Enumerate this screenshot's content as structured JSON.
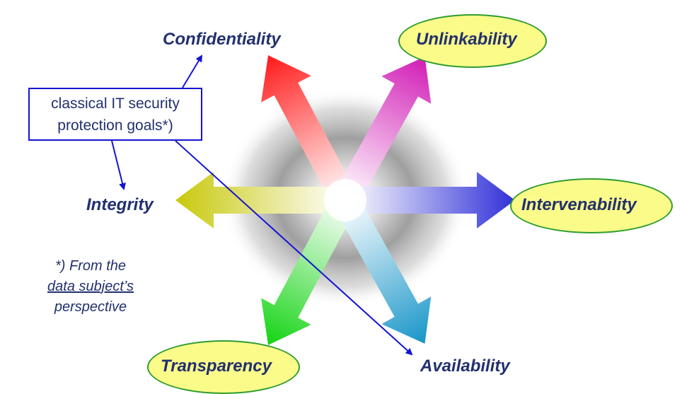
{
  "goals": {
    "confidentiality": "Confidentiality",
    "unlinkability": "Unlinkability",
    "integrity": "Integrity",
    "intervenability": "Intervenability",
    "transparency": "Transparency",
    "availability": "Availability"
  },
  "note_box": {
    "line1": "classical IT security",
    "line2": "protection goals*)"
  },
  "footnote": {
    "line1": "*) From the",
    "line2": "data subject’s",
    "line3": "perspective"
  },
  "colors": {
    "confidentiality": "#ff1a1a",
    "unlinkability": "#d11cb5",
    "integrity": "#cccc10",
    "intervenability": "#3a3adc",
    "transparency": "#16d416",
    "availability": "#1a9fd0",
    "label_text": "#22306e",
    "connector": "#1414d2",
    "ellipse_fill": "#fbfb8a",
    "ellipse_border": "#2e9d2e"
  }
}
